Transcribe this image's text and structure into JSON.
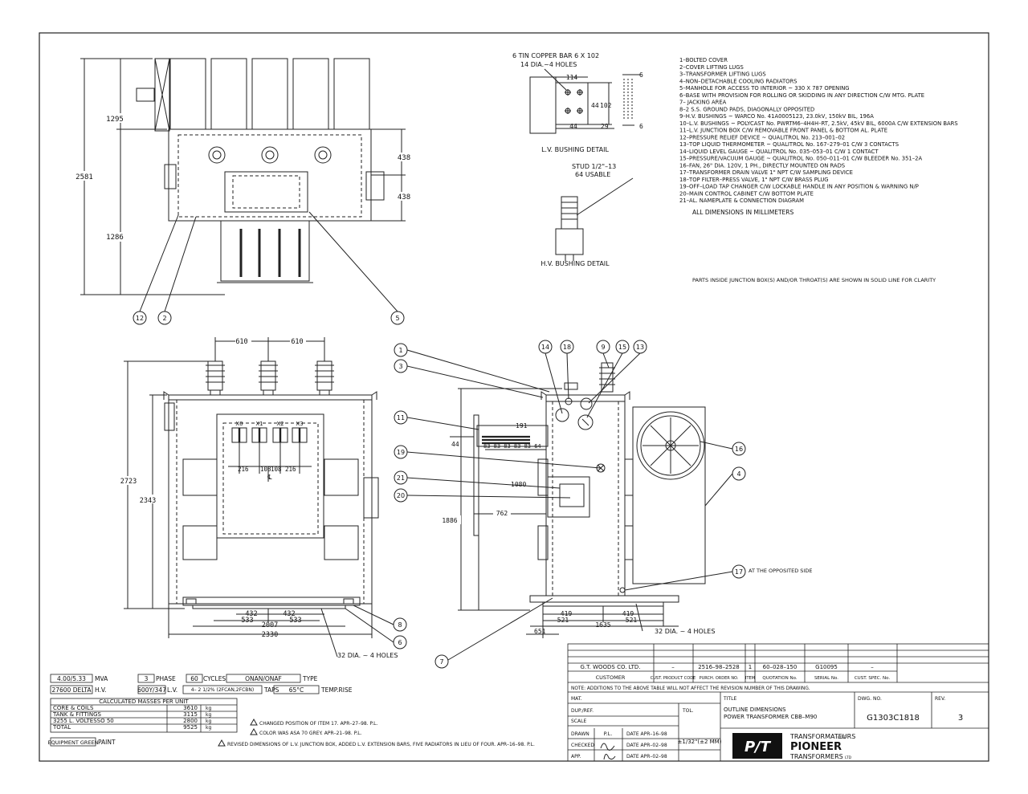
{
  "parts_list": [
    "1–BOLTED COVER",
    "2–COVER LIFTING LUGS",
    "3–TRANSFORMER LIFTING LUGS",
    "4–NON–DETACHABLE COOLING RADIATORS",
    "5–MANHOLE FOR ACCESS TO INTERIOR ~ 330 X 787 OPENING",
    "6–BASE WITH PROVISION FOR ROLLING OR SKIDDING IN ANY DIRECTION C/W MTG. PLATE",
    "7– JACKING AREA",
    "8–2 S.S. GROUND PADS, DIAGONALLY OPPOSITED",
    "9–H.V. BUSHINGS ~ WARCO No. 41A0005123, 23.0kV, 150kV BIL, 196A",
    "10–L.V. BUSHINGS ~ POLYCAST No. PWRTM6–4H4H–RT, 2.5kV, 45kV BIL, 6000A C/W EXTENSION BARS",
    "11–L.V. JUNCTION BOX C/W REMOVABLE FRONT PANEL & BOTTOM AL. PLATE",
    "12–PRESSURE RELIEF DEVICE ~ QUALITROL No. 213–001–02",
    "13–TOP LIQUID THERMOMETER ~ QUALITROL No. 167–279–01 C/W 3 CONTACTS",
    "14–LIQUID LEVEL GAUGE ~ QUALITROL No. 035–053–01 C/W 1 CONTACT",
    "15–PRESSURE/VACUUM GAUGE ~ QUALITROL No. 050–011–01 C/W BLEEDER No. 351–2A",
    "16–FAN, 26\" DIA. 120V, 1 PH., DIRECTLY MOUNTED ON RADS",
    "17–TRANSFORMER DRAIN VALVE 1\" NPT C/W SAMPLING DEVICE",
    "18–TOP FILTER–PRESS VALVE, 1\" NPT C/W BRASS PLUG",
    "19–OFF–LOAD TAP CHANGER C/W LOCKABLE HANDLE IN ANY POSITION & WARNING N/P",
    "20–MAIN CONTROL CABINET C/W BOTTOM PLATE",
    "21–AL. NAMEPLATE & CONNECTION DIAGRAM"
  ],
  "notes": {
    "dims_note": "ALL DIMENSIONS IN MILLIMETERS",
    "parts_inside": "PARTS INSIDE JUNCTION BOX(S) AND/OR THROAT(S) ARE SHOWN IN SOLID LINE FOR CLARITY"
  },
  "details": {
    "lv_bar": "6 TIN COPPER BAR 6 X 102",
    "lv_holes": "14 DIA.~4 HOLES",
    "lv_title": "L.V. BUSHING DETAIL",
    "hv_stud": "STUD 1/2\"–13",
    "hv_usable": "64 USABLE",
    "hv_title": "H.V. BUSHING DETAIL",
    "d114": "114",
    "d6a": "6",
    "d44a": "44",
    "d102": "102",
    "d44b": "44",
    "d29": "29",
    "d6b": "6"
  },
  "top_view": {
    "dims": {
      "d1295": "1295",
      "d2581": "2581",
      "d1286": "1286",
      "d438a": "438",
      "d438b": "438"
    },
    "balloons": [
      "12",
      "2",
      "5"
    ]
  },
  "front_view": {
    "dims": {
      "d610a": "610",
      "d610b": "610",
      "d2723": "2723",
      "d2343": "2343",
      "d432a": "432",
      "d432b": "432",
      "d533a": "533",
      "d533b": "533",
      "d2007": "2007",
      "d2330": "2330",
      "d216a": "216",
      "d108a": "108",
      "d108b": "108",
      "d216b": "216",
      "cl": "℄",
      "holes": "32 DIA. ~ 4 HOLES"
    },
    "lv_terminals": [
      "X0",
      "X1",
      "X2",
      "X3"
    ],
    "balloons": [
      "8",
      "6",
      "7"
    ]
  },
  "side_view": {
    "dims": {
      "d191": "191",
      "d44": "44",
      "bars": "83 83 83 83 83 64",
      "d1080": "1080",
      "d762": "762",
      "d1886": "1886",
      "d419a": "419",
      "d419b": "419",
      "d521a": "521",
      "d521b": "521",
      "d1635": "1635",
      "d651": "651",
      "holes": "32 DIA. ~ 4 HOLES",
      "opposited": "AT THE OPPOSITED SIDE"
    },
    "balloons_left": [
      "1",
      "3",
      "11",
      "19",
      "21",
      "20"
    ],
    "balloons_top": [
      "14",
      "18",
      "9",
      "15",
      "13"
    ],
    "balloons_right": [
      "16",
      "4",
      "17"
    ]
  },
  "ratings": {
    "mva": "4.00/5.33",
    "mva_label": "MVA",
    "phase": "3",
    "phase_label": "PHASE",
    "cycles": "60",
    "cycles_label": "CYCLES",
    "type": "ONAN/ONAF",
    "type_label": "TYPE",
    "hv": "27600 DELTA",
    "hv_label": "H.V.",
    "lv": "600Y/347",
    "lv_label": "L.V.",
    "taps": "4– 2 1/2% (2FCAN,2FCBN)",
    "taps_label": "TAPS",
    "temp": "65°C",
    "temp_label": "TEMP.RISE",
    "paint": "EQUIPMENT GREEN",
    "paint_label": "PAINT"
  },
  "masses": {
    "title": "CALCULATED MASSES PER UNIT",
    "rows": [
      {
        "label": "CORE & COILS",
        "value": "3610",
        "unit": "kg"
      },
      {
        "label": "TANK & FITTINGS",
        "value": "3115",
        "unit": "kg"
      },
      {
        "label": "3255 L. VOLTESSO 50",
        "value": "2800",
        "unit": "kg"
      },
      {
        "label": "TOTAL",
        "value": "9525",
        "unit": "kg"
      }
    ]
  },
  "revisions": [
    "CHANGED POSITION OF ITEM 17. APR–27–98. P.L.",
    "COLOR WAS ASA 70 GREY. APR–21–98. P.L.",
    "REVISED DIMENSIONS OF L.V. JUNCTION BOX, ADDED L.V. EXTENSION BARS, FIVE RADIATORS IN LIEU OF FOUR. APR–16–98. P.L."
  ],
  "title_block": {
    "customer": "G.T. WOODS CO. LTD.",
    "cust_po": "–",
    "purch_order": "2516–98–2528",
    "item": "1",
    "quotation": "60–028–150",
    "serial": "G10095",
    "cust_spec": "–",
    "hdr_customer": "CUSTOMER",
    "hdr_cust_po": "CUST. PRODUCT CODE",
    "hdr_purch": "PURCH. ORDER NO.",
    "hdr_item": "ITEM",
    "hdr_quotation": "QUOTATION No.",
    "hdr_serial": "SERIAL No.",
    "hdr_spec": "CUST. SPEC. No.",
    "note": "NOTE: ADDITIONS TO THE ABOVE TABLE WILL NOT AFFECT THE REVISION NUMBER OF THIS DRAWING.",
    "mat": "MAT.",
    "dup": "DUP./REF.",
    "scale": "SCALE",
    "tol": "TOL.",
    "title_label": "TITLE",
    "title1": "OUTLINE DIMENSIONS",
    "title2": "POWER TRANSFORMER CBB–M90",
    "dwg_label": "DWG. NO.",
    "dwg_no": "G1303C1818",
    "rev_label": "REV.",
    "rev": "3",
    "drawn_label": "DRAWN",
    "drawn_by": "P.L.",
    "drawn_date": "DATE  APR–16–98",
    "checked_label": "CHECKED",
    "checked_date": "DATE  APR–02–98",
    "app_label": "APP.",
    "app_date": "DATE  APR–02–98",
    "tol_value": "±1/32\"(±2 MM)",
    "logo": "P/T",
    "company1": "TRANSFORMATEURS",
    "company_ltee": "LTÉE",
    "company2": "PIONEER",
    "company3": "TRANSFORMERS",
    "company_ltd": "LTD"
  }
}
